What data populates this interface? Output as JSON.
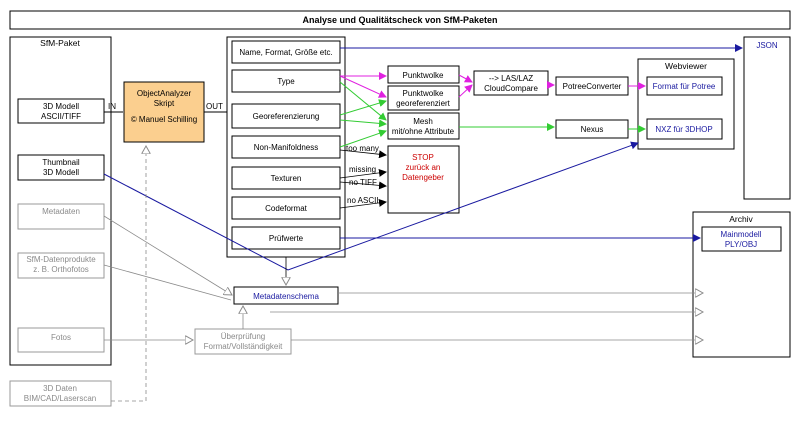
{
  "title": "Analyse und Qualitätscheck von SfM-Paketen",
  "sfm_paket": {
    "header": "SfM-Paket",
    "items": {
      "modell": [
        "3D Modell",
        "ASCII/TIFF"
      ],
      "thumbnail": [
        "Thumbnail",
        "3D Modell"
      ],
      "metadaten": "Metadaten",
      "datenprodukte": [
        "SfM-Datenprodukte",
        "z. B. Orthofotos"
      ],
      "fotos": "Fotos"
    }
  },
  "drei_d_daten": [
    "3D Daten",
    "BIM/CAD/Laserscan"
  ],
  "in_label": "IN",
  "out_label": "OUT",
  "analyzer": [
    "ObjectAnalyzer",
    "Skript",
    "© Manuel Schilling"
  ],
  "checks": {
    "name_format": "Name, Format, Größe etc.",
    "type": "Type",
    "georef": "Georeferenzierung",
    "nonmanifold": "Non-Manifoldness",
    "texturen": "Texturen",
    "codeformat": "Codeformat",
    "pruefwerte": "Prüfwerte"
  },
  "conditions": {
    "too_many": "too many",
    "missing": "missing",
    "no_tiff": "no TIFF",
    "no_ascii": "no ASCII"
  },
  "stop": [
    "STOP",
    "zurück an",
    "Datengeber"
  ],
  "punktwolke": "Punktwolke",
  "punktwolke_geo": [
    "Punktwolke",
    "georeferenziert"
  ],
  "mesh": [
    "Mesh",
    "mit/ohne Attribute"
  ],
  "las": [
    "--> LAS/LAZ",
    "CloudCompare"
  ],
  "potree_converter": "PotreeConverter",
  "nexus": "Nexus",
  "webviewer": {
    "header": "Webviewer",
    "potree": "Format für Potree",
    "nxz": "NXZ für 3DHOP"
  },
  "json": "JSON",
  "archiv": {
    "header": "Archiv",
    "mainmodell": [
      "Mainmodell",
      "PLY/OBJ"
    ]
  },
  "metadatenschema": "Metadatenschema",
  "ueberpruefung": [
    "Überprüfung",
    "Format/Vollständigkeit"
  ],
  "colors": {
    "magenta": "#e020e0",
    "green": "#33cc33",
    "blue": "#1a1aa0",
    "red": "#cc0000",
    "analyzer_fill": "#fbcf8f",
    "gray": "#9a9a9a"
  }
}
